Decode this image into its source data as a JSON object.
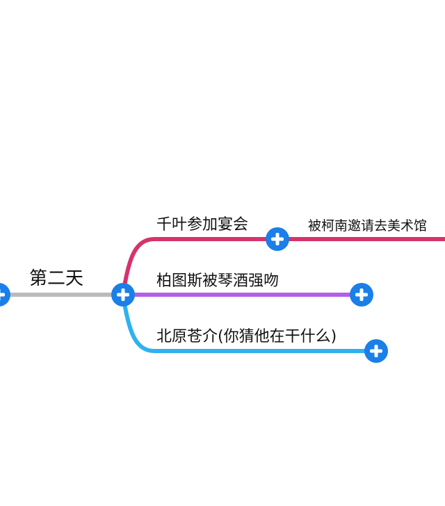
{
  "mindmap": {
    "root": {
      "label": "第二天",
      "color": "#bbbbbb"
    },
    "branches": [
      {
        "label": "千叶参加宴会",
        "color": "#d6336c",
        "child": {
          "label": "被柯南邀请去美术馆"
        }
      },
      {
        "label": "柏图斯被琴酒强吻",
        "color": "#b65ee8"
      },
      {
        "label": "北原苍介(你猜他在干什么)",
        "color": "#2db2f0"
      }
    ],
    "expand_button_color": "#1a7fe8",
    "expand_icon": "plus-icon"
  }
}
